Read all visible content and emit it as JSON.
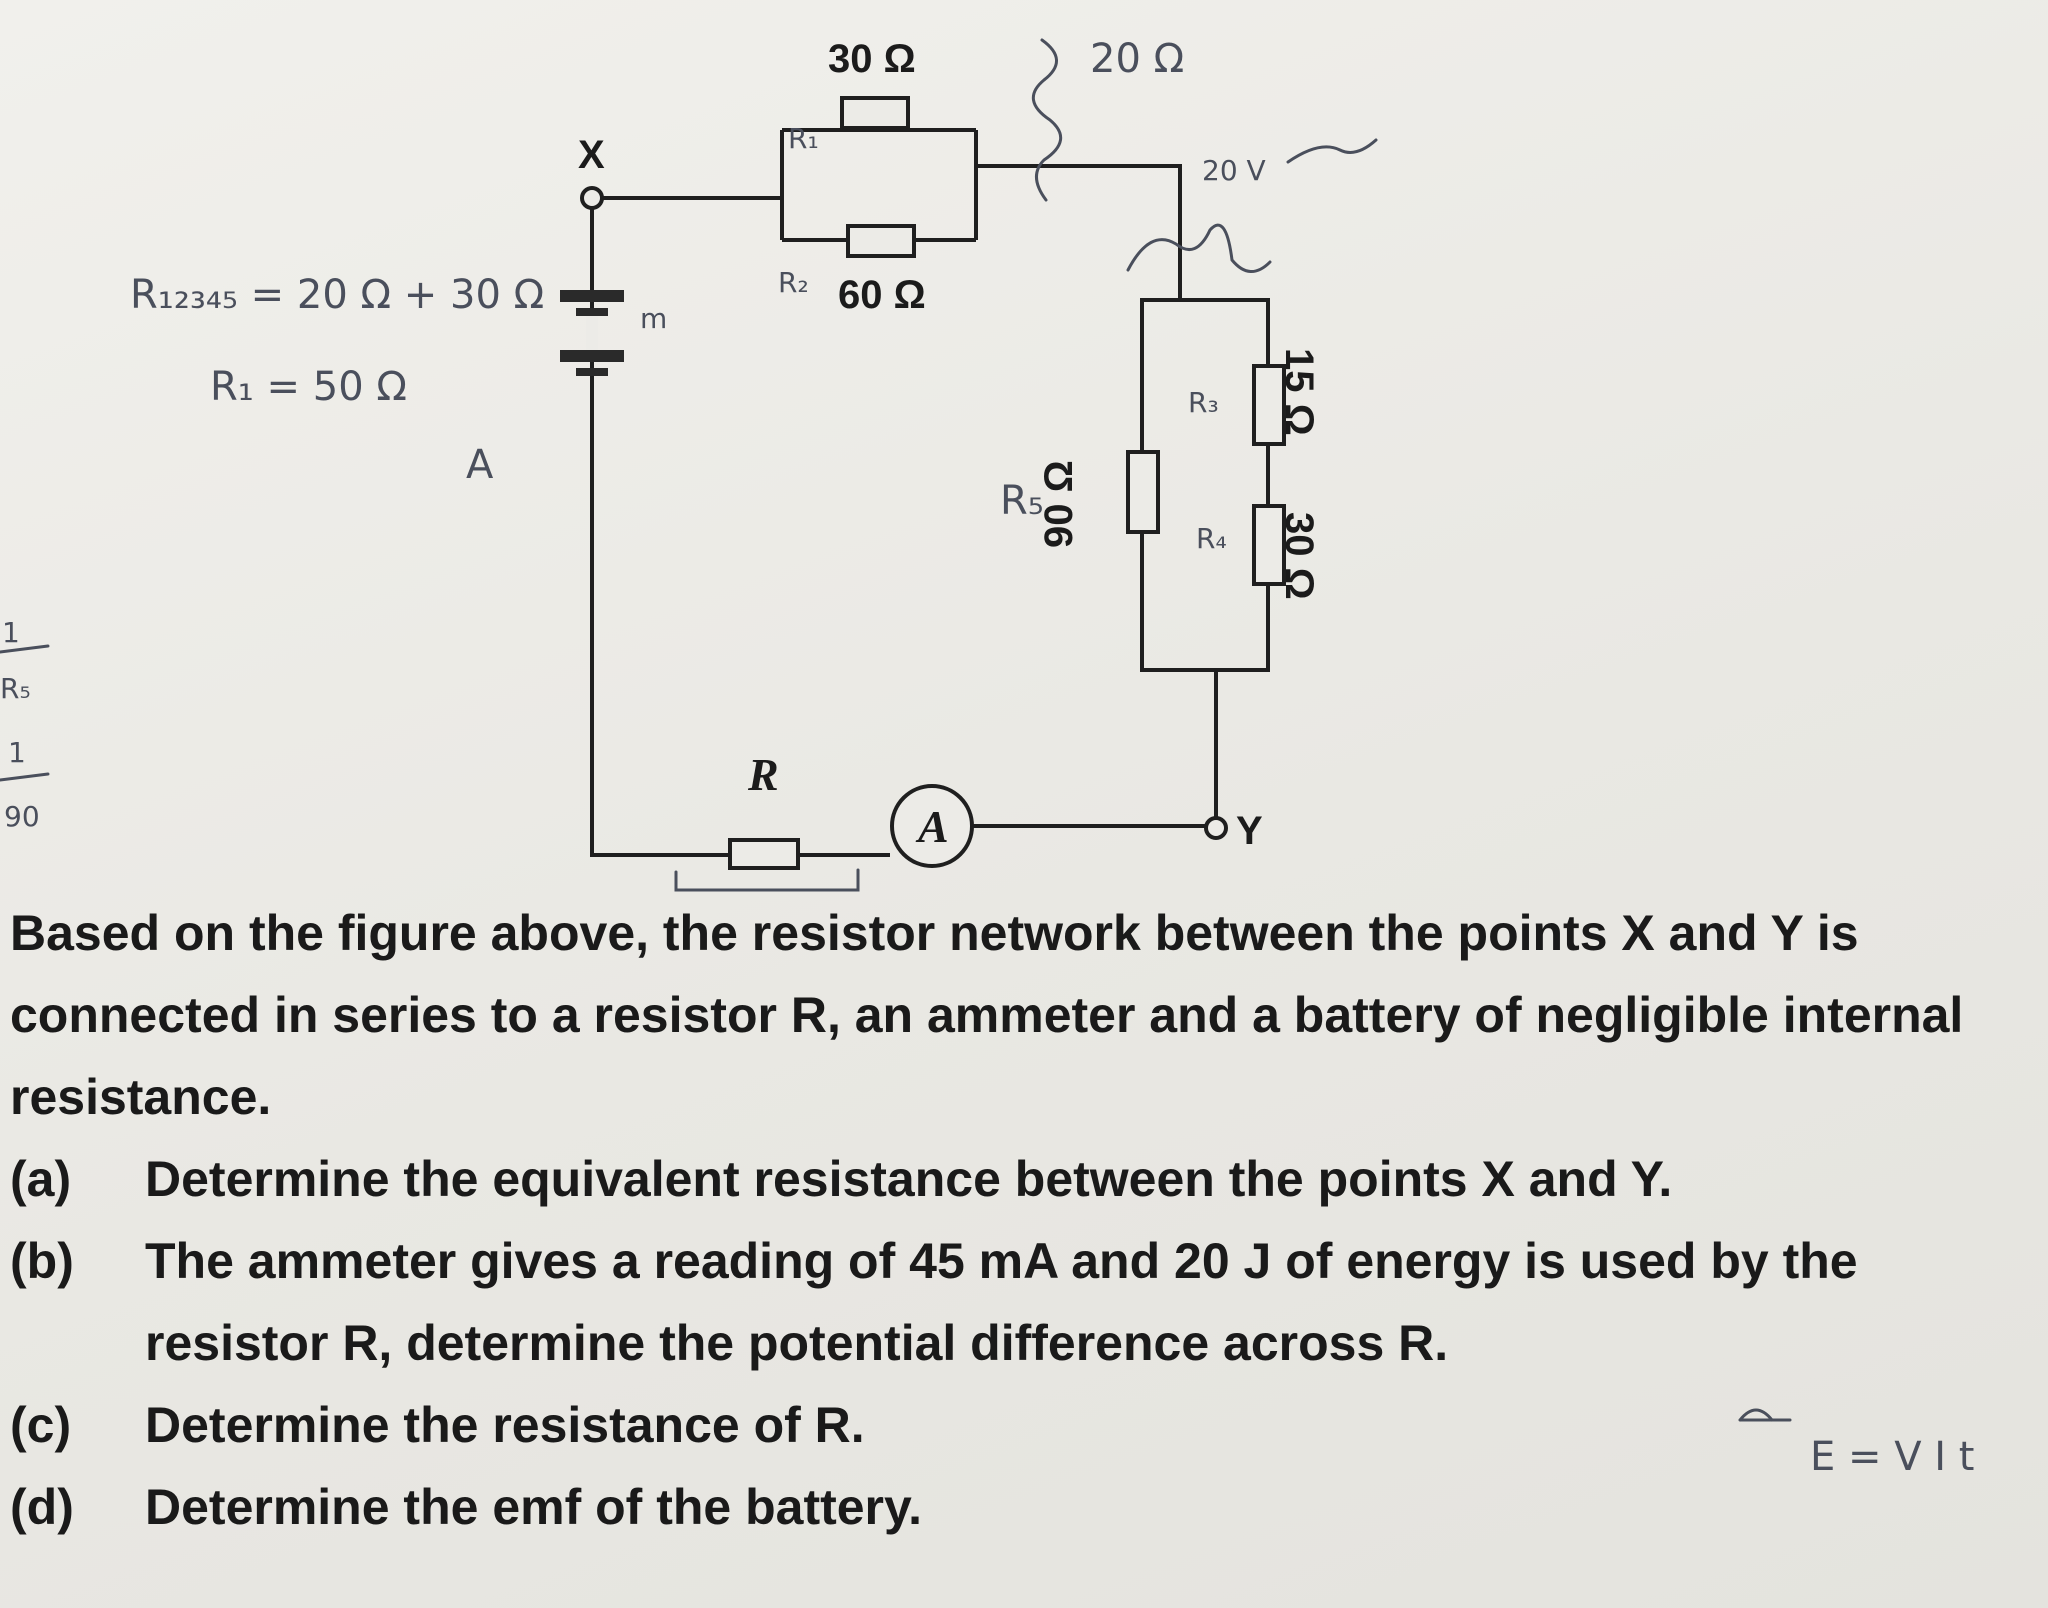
{
  "diagram": {
    "node_x": "X",
    "node_y": "Y",
    "resistors": {
      "r1": "30 Ω",
      "r2": "60 Ω",
      "r3": "15 Ω",
      "r4": "30 Ω",
      "r5": "90 Ω",
      "r_series": "R"
    },
    "ammeter": "A"
  },
  "annotations": {
    "formula_line1": "R₁₂₃₄₅ = 20 Ω + 30 Ω",
    "formula_line2": "R₁ = 50 Ω",
    "margin_1": "1",
    "margin_rs": "R₅",
    "margin_1b": "1",
    "margin_90": "90",
    "mark_r1": "R₁",
    "mark_r2": "R₂",
    "mark_r3": "R₃",
    "mark_r4": "R₄",
    "mark_r5": "R₅",
    "note_20": "20 Ω",
    "note_20v": "20 V",
    "note_m": "m",
    "note_a": "A",
    "note_evit": "E = V I t"
  },
  "question": {
    "intro": "Based on the figure above, the resistor network between the points X and Y is connected in series to a resistor R, an ammeter and a battery of negligible internal resistance.",
    "parts": [
      {
        "label": "(a)",
        "text": "Determine the equivalent resistance between the points X and Y."
      },
      {
        "label": "(b)",
        "text": "The ammeter gives a reading of 45 mA and 20 J of energy is used by the resistor R, determine the potential difference across R."
      },
      {
        "label": "(c)",
        "text": "Determine the resistance of R."
      },
      {
        "label": "(d)",
        "text": "Determine the emf of the battery."
      }
    ]
  }
}
